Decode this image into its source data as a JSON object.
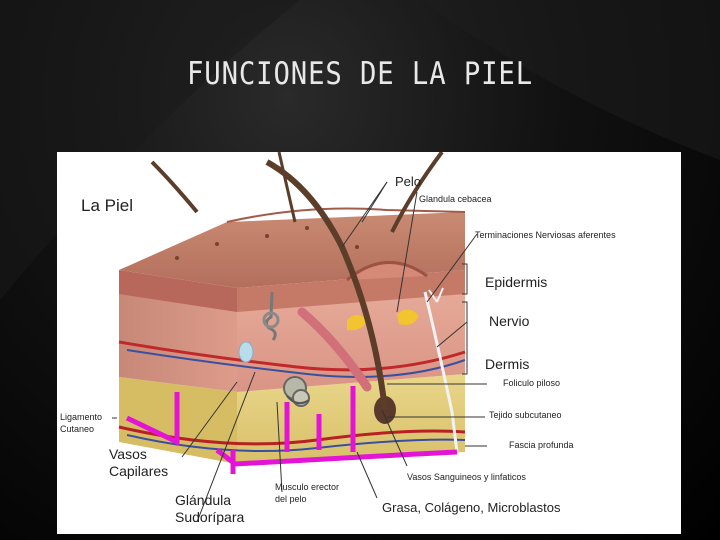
{
  "slide": {
    "title": "FUNCIONES DE LA PIEL"
  },
  "figure": {
    "heading": "La Piel",
    "labels": {
      "pelo": "Pelo",
      "glandula_sebacea": "Glandula cebacea",
      "terminaciones": "Terminaciones Nerviosas aferentes",
      "epidermis": "Epidermis",
      "nervio": "Nervio",
      "dermis": "Dermis",
      "foliculo": "Foliculo piloso",
      "tejido": "Tejido subcutaneo",
      "fascia": "Fascia profunda",
      "vasos_sanguineos": "Vasos Sanguineos y linfaticos",
      "ligamento_1": "Ligamento",
      "ligamento_2": "Cutaneo",
      "vasos_1": "Vasos",
      "vasos_2": "Capilares",
      "glandula_1": "Glándula",
      "glandula_2": "Sudorípara",
      "musculo_1": "Musculo erector",
      "musculo_2": "del pelo",
      "grasa": "Grasa, Colágeno, Microblastos"
    }
  }
}
